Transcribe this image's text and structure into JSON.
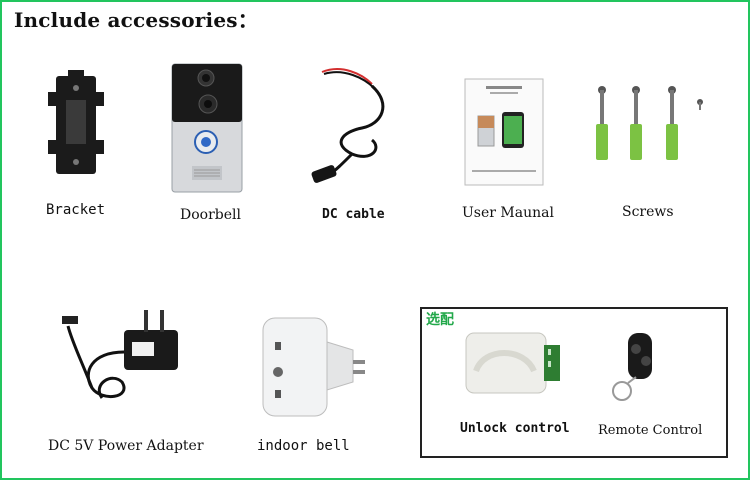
{
  "title": "Include accessories：",
  "items": [
    {
      "label": "Bracket"
    },
    {
      "label": "Doorbell"
    },
    {
      "label": "DC cable"
    },
    {
      "label": "User Maunal"
    },
    {
      "label": "Screws"
    },
    {
      "label": "DC 5V Power Adapter"
    },
    {
      "label": "indoor bell"
    }
  ],
  "optional": {
    "tag": "选配",
    "items": [
      {
        "label": "Unlock control"
      },
      {
        "label": "Remote Control"
      }
    ]
  },
  "colors": {
    "frame": "#22c55e",
    "optional_tag": "#22a84a",
    "screw_anchor": "#7cc243"
  }
}
